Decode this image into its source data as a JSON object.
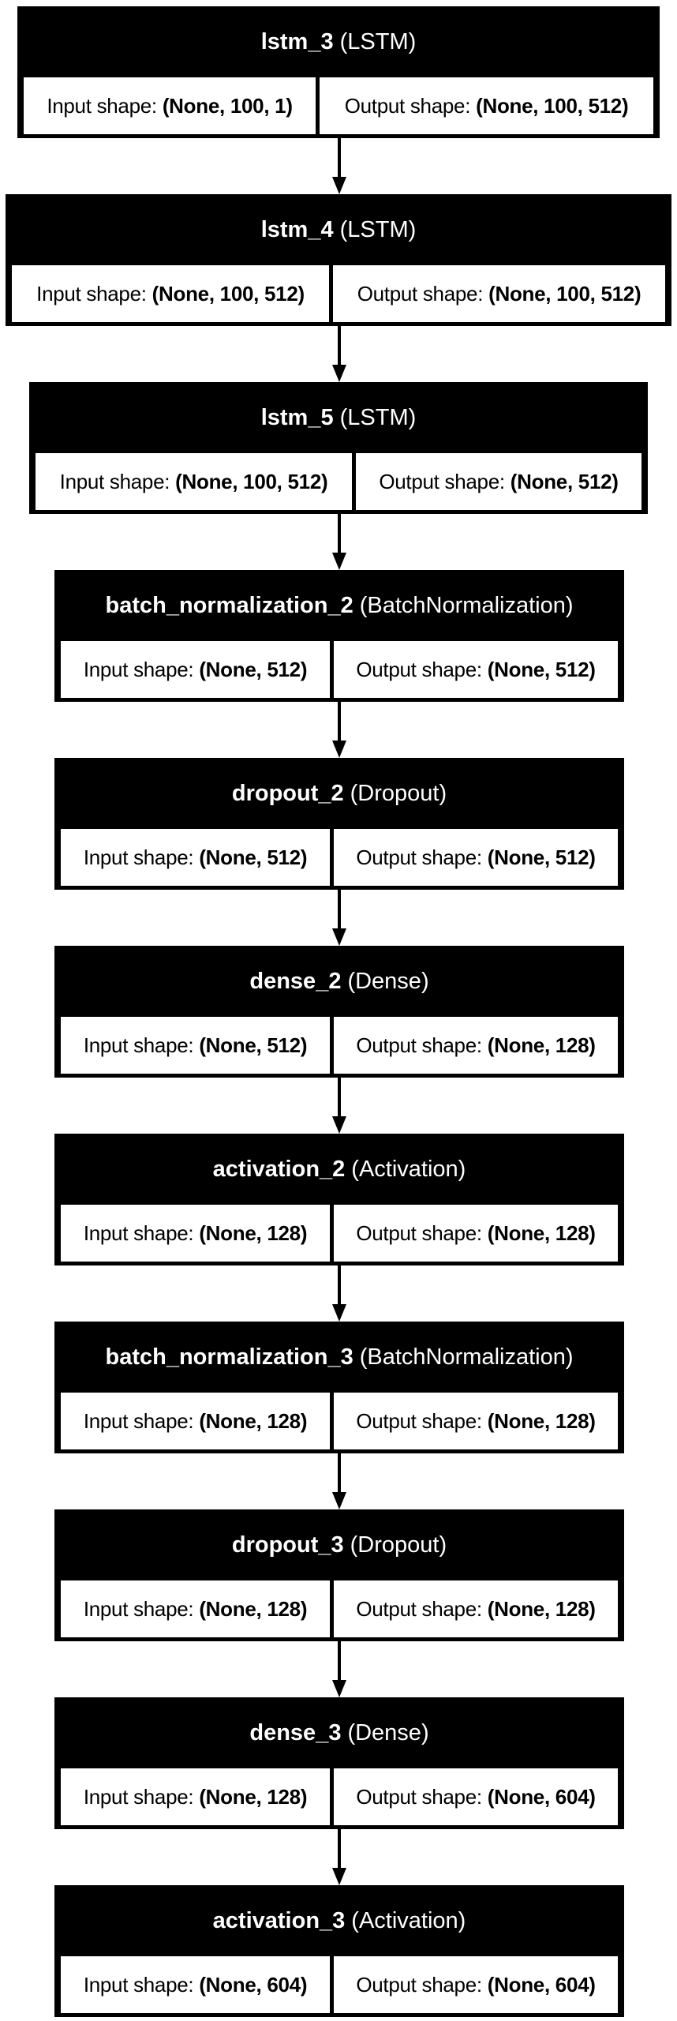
{
  "diagram": {
    "input_label": "Input shape:",
    "output_label": "Output shape:",
    "layers": [
      {
        "name": "lstm_3",
        "type": "(LSTM)",
        "input": "(None, 100, 1)",
        "output": "(None, 100, 512)"
      },
      {
        "name": "lstm_4",
        "type": "(LSTM)",
        "input": "(None, 100, 512)",
        "output": "(None, 100, 512)"
      },
      {
        "name": "lstm_5",
        "type": "(LSTM)",
        "input": "(None, 100, 512)",
        "output": "(None, 512)"
      },
      {
        "name": "batch_normalization_2",
        "type": "(BatchNormalization)",
        "input": "(None, 512)",
        "output": "(None, 512)"
      },
      {
        "name": "dropout_2",
        "type": "(Dropout)",
        "input": "(None, 512)",
        "output": "(None, 512)"
      },
      {
        "name": "dense_2",
        "type": "(Dense)",
        "input": "(None, 512)",
        "output": "(None, 128)"
      },
      {
        "name": "activation_2",
        "type": "(Activation)",
        "input": "(None, 128)",
        "output": "(None, 128)"
      },
      {
        "name": "batch_normalization_3",
        "type": "(BatchNormalization)",
        "input": "(None, 128)",
        "output": "(None, 128)"
      },
      {
        "name": "dropout_3",
        "type": "(Dropout)",
        "input": "(None, 128)",
        "output": "(None, 128)"
      },
      {
        "name": "dense_3",
        "type": "(Dense)",
        "input": "(None, 128)",
        "output": "(None, 604)"
      },
      {
        "name": "activation_3",
        "type": "(Activation)",
        "input": "(None, 604)",
        "output": "(None, 604)"
      }
    ]
  }
}
